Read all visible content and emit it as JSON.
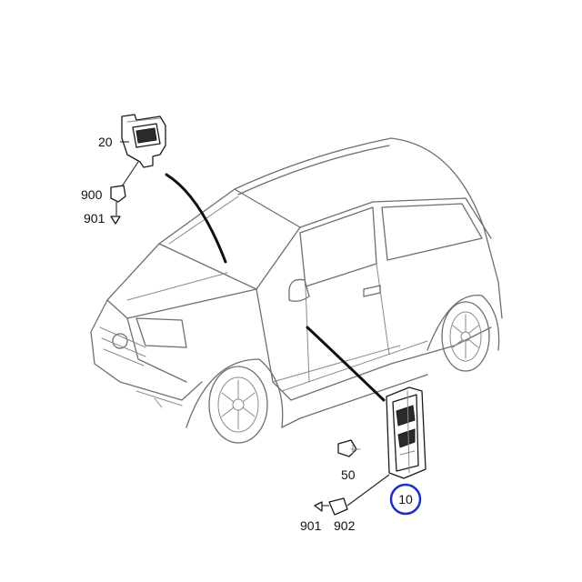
{
  "callouts": {
    "c20": "20",
    "c900": "900",
    "c901_top": "901",
    "c50": "50",
    "c10": "10",
    "c901_bottom": "901",
    "c902": "902"
  },
  "highlight_color": "#1a2fc9"
}
